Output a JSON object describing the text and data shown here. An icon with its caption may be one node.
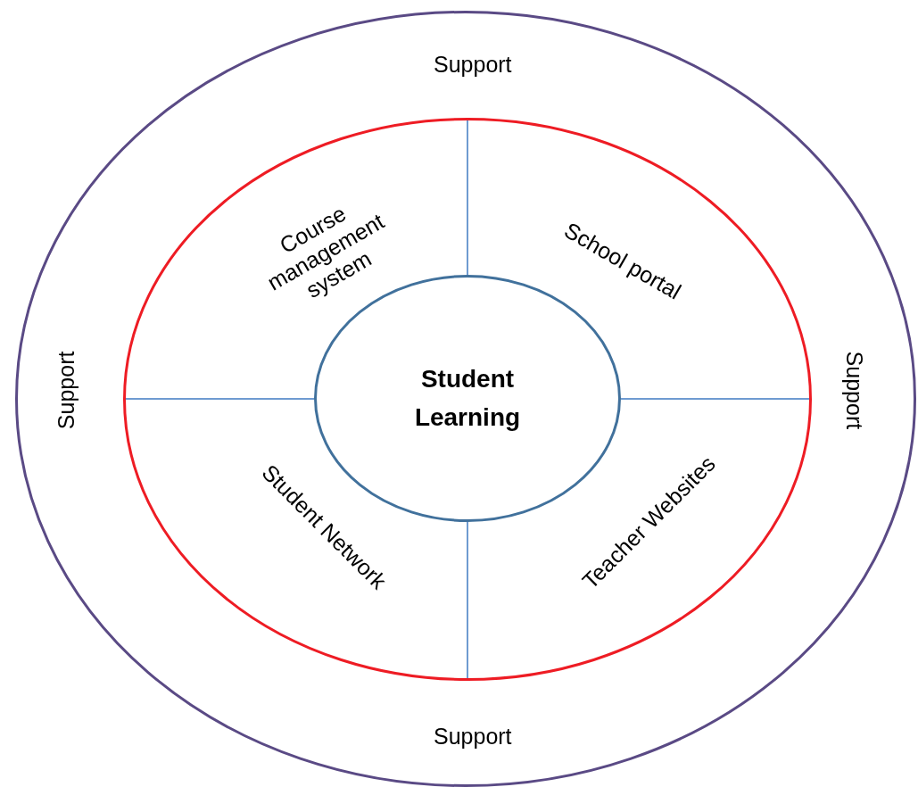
{
  "diagram": {
    "nodes": [
      {
        "text": [
          "Support",
          "Support",
          "Support",
          "Support"
        ]
      },
      {
        "text": [],
        "shape": "circle",
        "in": 0
      },
      {
        "text": [
          "Student Learning"
        ],
        "in": 1
      }
    ],
    "labels": [
      "Course management system",
      "School portal",
      "Student Network",
      "Teacher Websites"
    ]
  }
}
